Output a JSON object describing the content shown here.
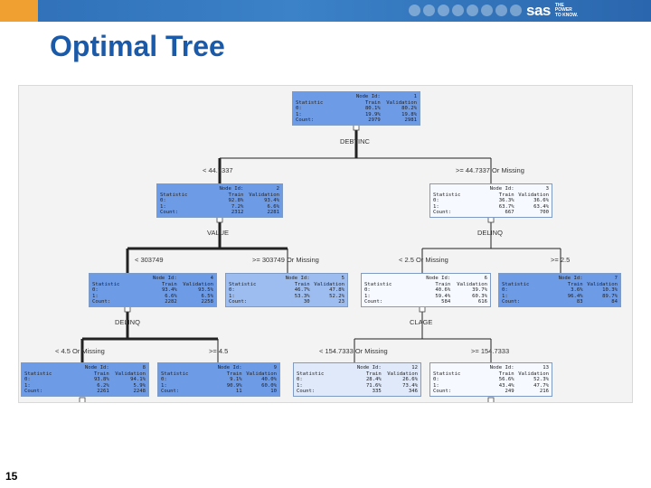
{
  "header": {
    "brand_word": "sas",
    "brand_tagline_1": "THE",
    "brand_tagline_2": "POWER",
    "brand_tagline_3": "TO KNOW."
  },
  "title": "Optimal Tree",
  "page_number": "15",
  "colors": {
    "header_blue": "#2f6fb8",
    "orange": "#f0a030",
    "title_blue": "#1a5aa8",
    "node_dark": "#6e9be6",
    "node_medium": "#9dbdf0",
    "node_light": "#dfe9fa",
    "node_pale": "#f6f9ff"
  },
  "tree": {
    "nodes": [
      {
        "id": "1",
        "label": "Node Id:",
        "id_value": "1",
        "shade": "dark",
        "rows": [
          [
            "Statistic",
            "Train",
            "Validation"
          ],
          [
            "0:",
            "80.1%",
            "80.2%"
          ],
          [
            "1:",
            "19.9%",
            "19.8%"
          ],
          [
            "Count:",
            "2979",
            "2981"
          ]
        ]
      },
      {
        "id": "2",
        "label": "Node Id:",
        "id_value": "2",
        "shade": "dark",
        "rows": [
          [
            "Statistic",
            "Train",
            "Validation"
          ],
          [
            "0:",
            "92.8%",
            "93.4%"
          ],
          [
            "1:",
            "7.2%",
            "6.6%"
          ],
          [
            "Count:",
            "2312",
            "2281"
          ]
        ]
      },
      {
        "id": "3",
        "label": "Node Id:",
        "id_value": "3",
        "shade": "pale",
        "rows": [
          [
            "Statistic",
            "Train",
            "Validation"
          ],
          [
            "0:",
            "36.3%",
            "36.6%"
          ],
          [
            "1:",
            "63.7%",
            "63.4%"
          ],
          [
            "Count:",
            "667",
            "700"
          ]
        ]
      },
      {
        "id": "4",
        "label": "Node Id:",
        "id_value": "4",
        "shade": "dark",
        "rows": [
          [
            "Statistic",
            "Train",
            "Validation"
          ],
          [
            "0:",
            "93.4%",
            "93.5%"
          ],
          [
            "1:",
            "6.6%",
            "6.5%"
          ],
          [
            "Count:",
            "2282",
            "2258"
          ]
        ]
      },
      {
        "id": "5",
        "label": "Node Id:",
        "id_value": "5",
        "shade": "medium",
        "rows": [
          [
            "Statistic",
            "Train",
            "Validation"
          ],
          [
            "0:",
            "46.7%",
            "47.8%"
          ],
          [
            "1:",
            "53.3%",
            "52.2%"
          ],
          [
            "Count:",
            "30",
            "23"
          ]
        ]
      },
      {
        "id": "6",
        "label": "Node Id:",
        "id_value": "6",
        "shade": "pale",
        "rows": [
          [
            "Statistic",
            "Train",
            "Validation"
          ],
          [
            "0:",
            "40.6%",
            "39.7%"
          ],
          [
            "1:",
            "59.4%",
            "60.3%"
          ],
          [
            "Count:",
            "584",
            "616"
          ]
        ]
      },
      {
        "id": "7",
        "label": "Node Id:",
        "id_value": "7",
        "shade": "dark",
        "rows": [
          [
            "Statistic",
            "Train",
            "Validation"
          ],
          [
            "0:",
            "3.6%",
            "10.3%"
          ],
          [
            "1:",
            "96.4%",
            "89.7%"
          ],
          [
            "Count:",
            "83",
            "84"
          ]
        ]
      },
      {
        "id": "8",
        "label": "Node Id:",
        "id_value": "8",
        "shade": "dark",
        "rows": [
          [
            "Statistic",
            "Train",
            "Validation"
          ],
          [
            "0:",
            "93.8%",
            "94.1%"
          ],
          [
            "1:",
            "6.2%",
            "5.9%"
          ],
          [
            "Count:",
            "2261",
            "2248"
          ]
        ]
      },
      {
        "id": "9",
        "label": "Node Id:",
        "id_value": "9",
        "shade": "dark",
        "rows": [
          [
            "Statistic",
            "Train",
            "Validation"
          ],
          [
            "0:",
            "9.1%",
            "40.0%"
          ],
          [
            "1:",
            "90.9%",
            "60.0%"
          ],
          [
            "Count:",
            "11",
            "10"
          ]
        ]
      },
      {
        "id": "12",
        "label": "Node Id:",
        "id_value": "12",
        "shade": "light",
        "rows": [
          [
            "Statistic",
            "Train",
            "Validation"
          ],
          [
            "0:",
            "28.4%",
            "26.6%"
          ],
          [
            "1:",
            "71.6%",
            "73.4%"
          ],
          [
            "Count:",
            "335",
            "346"
          ]
        ]
      },
      {
        "id": "13",
        "label": "Node Id:",
        "id_value": "13",
        "shade": "pale",
        "rows": [
          [
            "Statistic",
            "Train",
            "Validation"
          ],
          [
            "0:",
            "56.6%",
            "52.3%"
          ],
          [
            "1:",
            "43.4%",
            "47.7%"
          ],
          [
            "Count:",
            "249",
            "216"
          ]
        ]
      }
    ],
    "split_variables": {
      "s1": "DEBTINC",
      "s2": "VALUE",
      "s3": "DELINQ",
      "s4": "DELINQ",
      "s5": "CLAGE"
    },
    "edge_labels": {
      "e1_left": "< 44.7337",
      "e1_right": ">= 44.7337 Or Missing",
      "e2_left": "< 303749",
      "e2_right": ">= 303749 Or Missing",
      "e3_left": "< 2.5 Or Missing",
      "e3_right": ">= 2.5",
      "e4_left": "< 4.5 Or Missing",
      "e4_right": ">= 4.5",
      "e5_left": "< 154.7333 Or Missing",
      "e5_right": ">= 154.7333"
    }
  }
}
